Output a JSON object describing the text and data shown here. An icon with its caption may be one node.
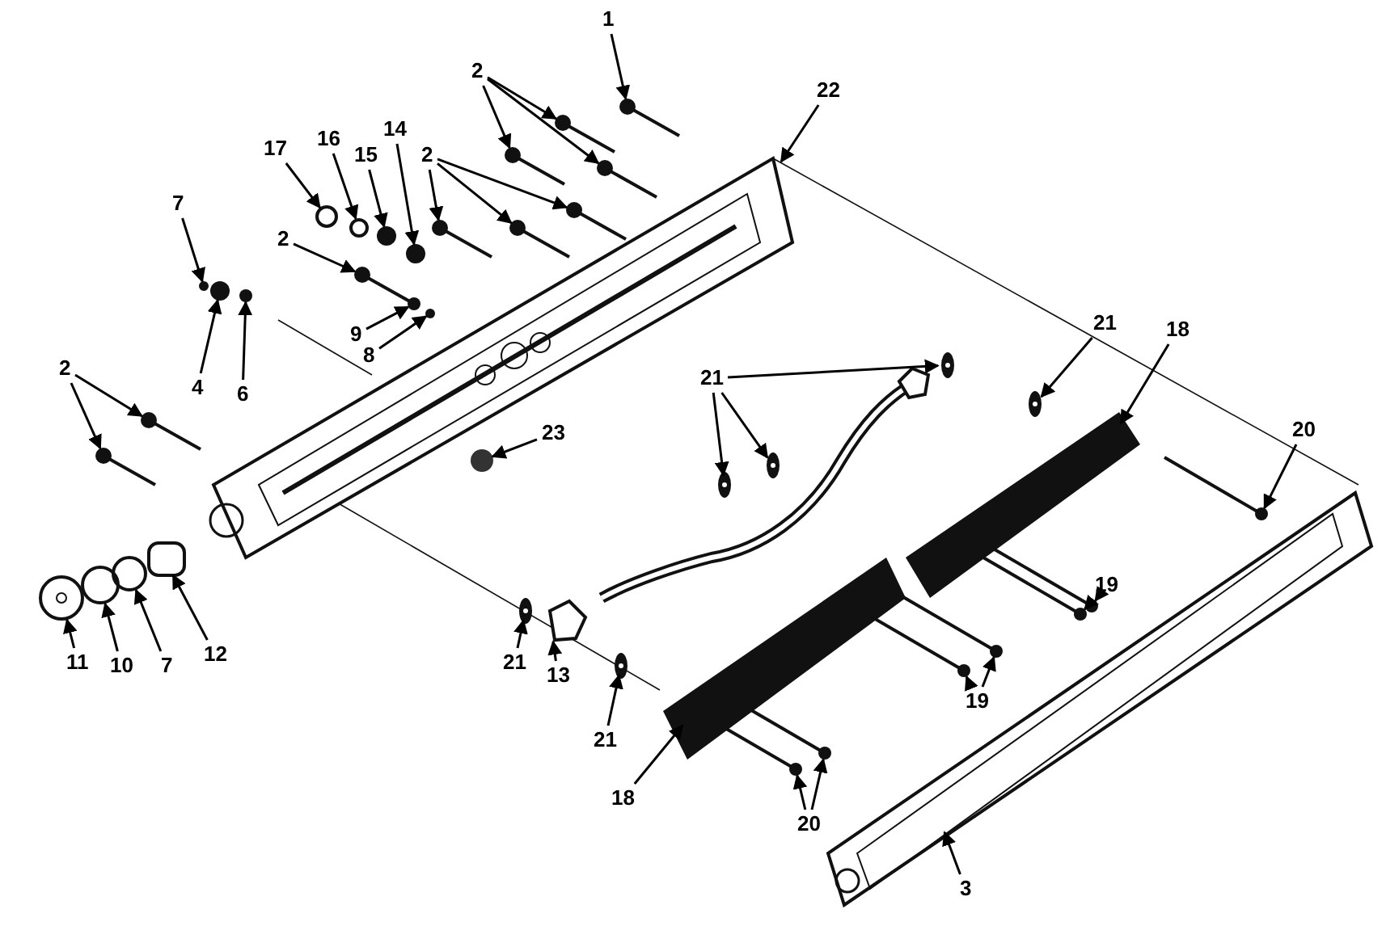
{
  "diagram": {
    "nodes": [
      {
        "text": [
          "1"
        ]
      },
      {
        "text": [
          "2"
        ]
      },
      {
        "text": [
          "22"
        ]
      },
      {
        "text": [
          "16"
        ]
      },
      {
        "text": [
          "14"
        ]
      },
      {
        "text": [
          "17"
        ]
      },
      {
        "text": [
          "15"
        ]
      },
      {
        "text": [
          "2"
        ]
      },
      {
        "text": [
          "7"
        ]
      },
      {
        "text": [
          "2"
        ]
      },
      {
        "text": [
          "21"
        ]
      },
      {
        "text": [
          "18"
        ]
      },
      {
        "text": [
          "9"
        ]
      },
      {
        "text": [
          "8"
        ]
      },
      {
        "text": [
          "2"
        ]
      },
      {
        "text": [
          "21"
        ]
      },
      {
        "text": [
          "4"
        ]
      },
      {
        "text": [
          "6"
        ]
      },
      {
        "text": [
          "23"
        ]
      },
      {
        "text": [
          "20"
        ]
      },
      {
        "text": [
          "19"
        ]
      },
      {
        "text": [
          "12"
        ]
      },
      {
        "text": [
          "11"
        ]
      },
      {
        "text": [
          "10"
        ]
      },
      {
        "text": [
          "7"
        ]
      },
      {
        "text": [
          "21"
        ]
      },
      {
        "text": [
          "13"
        ]
      },
      {
        "text": [
          "19"
        ]
      },
      {
        "text": [
          "21"
        ]
      },
      {
        "text": [
          "18"
        ]
      },
      {
        "text": [
          "20"
        ]
      },
      {
        "text": [
          "3"
        ]
      },
      {
        "text": [],
        "shape": "picture"
      },
      {
        "text": [],
        "shape": "picture"
      },
      {
        "text": [],
        "shape": "picture"
      },
      {
        "text": [],
        "shape": "picture"
      },
      {
        "text": [],
        "shape": "picture"
      },
      {
        "text": [],
        "shape": "picture"
      },
      {
        "text": [],
        "shape": "circle"
      },
      {
        "text": [],
        "shape": "circle"
      },
      {
        "text": [],
        "shape": "picture"
      },
      {
        "text": [],
        "shape": "picture"
      },
      {
        "text": [],
        "shape": "circle"
      },
      {
        "text": [],
        "shape": "circle"
      },
      {
        "text": [],
        "shape": "picture"
      },
      {
        "text": [],
        "shape": "circle"
      },
      {
        "text": [],
        "shape": "circle"
      },
      {
        "text": [],
        "shape": "circle"
      },
      {
        "text": [],
        "shape": "circle"
      },
      {
        "text": [],
        "shape": "circle"
      },
      {
        "text": [],
        "shape": "picture"
      },
      {
        "text": [],
        "shape": "picture"
      },
      {
        "text": [],
        "shape": "picture"
      },
      {
        "text": [],
        "shape": "picture"
      },
      {
        "text": [],
        "shape": "picture"
      },
      {
        "text": [],
        "shape": "circle"
      },
      {
        "text": [],
        "shape": "picture"
      },
      {
        "text": [],
        "shape": "picture"
      },
      {
        "text": [],
        "shape": "picture"
      },
      {
        "text": [],
        "shape": "picture"
      },
      {
        "text": [],
        "shape": "box"
      },
      {
        "text": [],
        "shape": "picture"
      },
      {
        "text": [],
        "shape": "circle"
      },
      {
        "text": [],
        "shape": "circle"
      },
      {
        "text": [],
        "shape": "picture"
      },
      {
        "text": [],
        "shape": "picture"
      },
      {
        "text": [],
        "shape": "picture"
      },
      {
        "text": [],
        "shape": "picture"
      },
      {
        "text": [],
        "shape": "picture"
      },
      {
        "text": [],
        "shape": "picture"
      },
      {
        "text": [],
        "shape": "picture"
      },
      {
        "text": [],
        "shape": "picture"
      },
      {
        "text": [],
        "shape": "picture"
      },
      {
        "text": [],
        "shape": "picture"
      }
    ],
    "edges": [
      {
        "from": 0,
        "to": 32,
        "arrow": "to"
      },
      {
        "from": 1,
        "to": 33,
        "arrow": "to"
      },
      {
        "from": 1,
        "to": 34,
        "arrow": "to"
      },
      {
        "from": 1,
        "to": 36,
        "arrow": "to"
      },
      {
        "from": 2,
        "to": 35,
        "arrow": "to"
      },
      {
        "from": 3,
        "to": 39,
        "arrow": "to"
      },
      {
        "from": 4,
        "to": 43,
        "arrow": "to"
      },
      {
        "from": 5,
        "to": 38,
        "arrow": "to"
      },
      {
        "from": 6,
        "to": 42,
        "arrow": "to"
      },
      {
        "from": 7,
        "to": 40,
        "arrow": "to"
      },
      {
        "from": 7,
        "to": 37,
        "arrow": "to"
      },
      {
        "from": 7,
        "to": 41,
        "arrow": "to"
      },
      {
        "from": 8,
        "to": 45,
        "arrow": "to"
      },
      {
        "from": 9,
        "to": 44,
        "arrow": "to"
      },
      {
        "from": 10,
        "to": 51,
        "arrow": "to"
      },
      {
        "from": 11,
        "to": 52,
        "arrow": "to"
      },
      {
        "from": 12,
        "to": 48,
        "arrow": "to"
      },
      {
        "from": 13,
        "to": 49,
        "arrow": "to"
      },
      {
        "from": 14,
        "to": 53,
        "arrow": "to"
      },
      {
        "from": 14,
        "to": 54,
        "arrow": "to"
      },
      {
        "from": 15,
        "to": 50,
        "arrow": "to"
      },
      {
        "from": 15,
        "to": 57,
        "arrow": "to"
      },
      {
        "from": 15,
        "to": 56,
        "arrow": "to"
      },
      {
        "from": 16,
        "to": 46,
        "arrow": "to"
      },
      {
        "from": 17,
        "to": 47,
        "arrow": "to"
      },
      {
        "from": 18,
        "to": 55,
        "arrow": "to"
      },
      {
        "from": 19,
        "to": 59,
        "arrow": "to"
      },
      {
        "from": 20,
        "to": 66,
        "arrow": "to"
      },
      {
        "from": 20,
        "to": 67,
        "arrow": "to"
      },
      {
        "from": 21,
        "to": 60,
        "arrow": "to"
      },
      {
        "from": 22,
        "to": 64,
        "arrow": "to"
      },
      {
        "from": 23,
        "to": 63,
        "arrow": "to"
      },
      {
        "from": 24,
        "to": 62,
        "arrow": "to"
      },
      {
        "from": 25,
        "to": 68,
        "arrow": "to"
      },
      {
        "from": 26,
        "to": 65,
        "arrow": "to"
      },
      {
        "from": 27,
        "to": 71,
        "arrow": "to"
      },
      {
        "from": 27,
        "to": 69,
        "arrow": "to"
      },
      {
        "from": 28,
        "to": 70,
        "arrow": "to"
      },
      {
        "from": 29,
        "to": 61,
        "arrow": "to"
      },
      {
        "from": 30,
        "to": 73,
        "arrow": "to"
      },
      {
        "from": 30,
        "to": 72,
        "arrow": "to"
      },
      {
        "from": 31,
        "to": 58,
        "arrow": "to"
      }
    ]
  }
}
